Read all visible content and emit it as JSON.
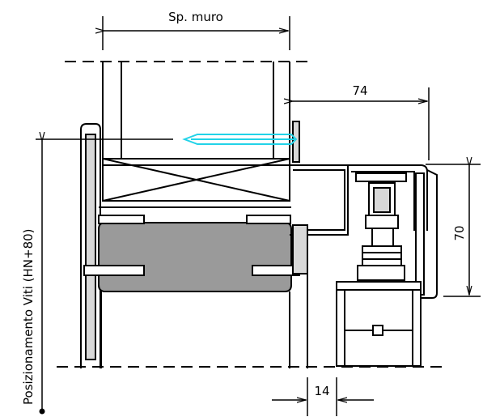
{
  "labels": {
    "wall_thickness": "Sp. muro",
    "dim_74": "74",
    "dim_70": "70",
    "dim_14": "14",
    "screw_position": "Posizionamento Viti (HN+80)"
  },
  "colors": {
    "line": "#000000",
    "screw": "#22d3e8",
    "block_fill": "#9a9a9a",
    "light_fill": "#d8d8d8",
    "background": "#ffffff"
  }
}
